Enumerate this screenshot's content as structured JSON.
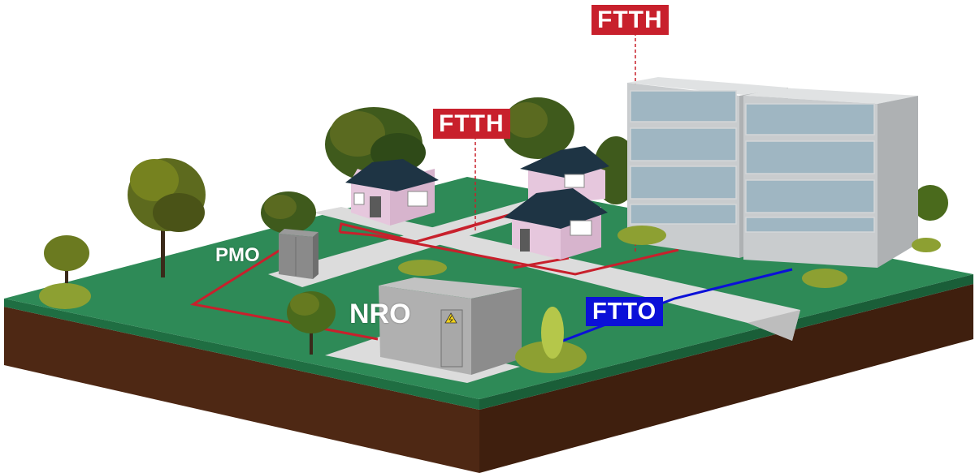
{
  "labels": {
    "ftth_top": "FTTH",
    "ftth_houses": "FTTH",
    "ftto": "FTTO",
    "pmo": "PMO",
    "nro": "NRO"
  },
  "colors": {
    "fiber_ftth": "#c8202c",
    "fiber_ftto": "#0b10d8",
    "grass": "#2e8a57",
    "soil": "#4e2814",
    "road": "#dcdcdc",
    "house_wall": "#e6c7dd",
    "roof": "#1e3444",
    "building": "#c9ccce"
  },
  "icons": {
    "nro_door_sign": "high-voltage-warning-icon"
  }
}
